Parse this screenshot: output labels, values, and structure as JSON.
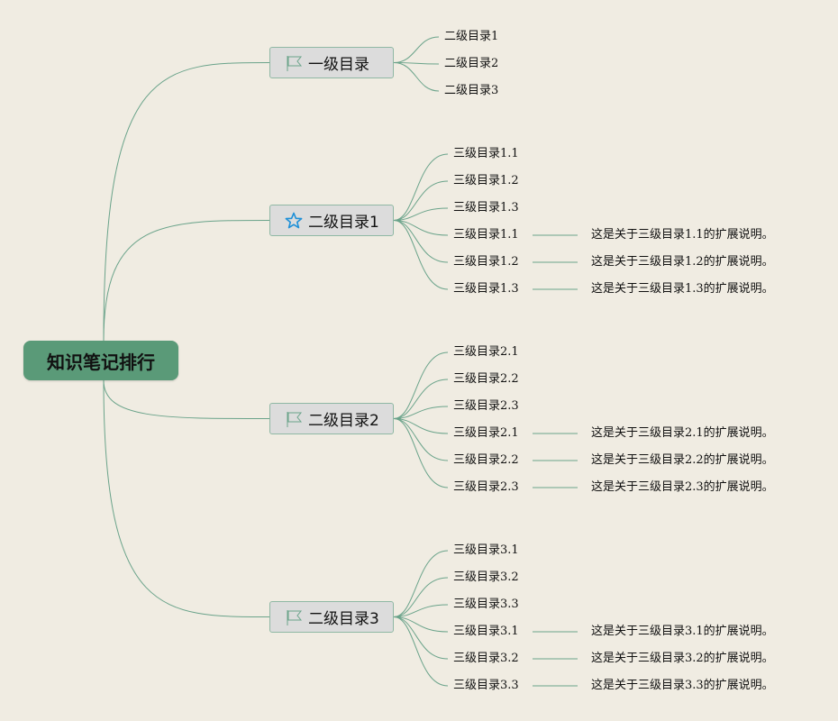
{
  "root": {
    "label": "知识笔记排行"
  },
  "branches": [
    {
      "label": "一级目录",
      "icon": "red-flag-icon",
      "children": [
        "二级目录1",
        "二级目录2",
        "二级目录3"
      ],
      "notes": []
    },
    {
      "label": "二级目录1",
      "icon": "star-icon",
      "children": [
        "三级目录1.1",
        "三级目录1.2",
        "三级目录1.3",
        "三级目录1.1",
        "三级目录1.2",
        "三级目录1.3"
      ],
      "notes": [
        "这是关于三级目录1.1的扩展说明。",
        "这是关于三级目录1.2的扩展说明。",
        "这是关于三级目录1.3的扩展说明。"
      ]
    },
    {
      "label": "二级目录2",
      "icon": "blue-flag-icon",
      "children": [
        "三级目录2.1",
        "三级目录2.2",
        "三级目录2.3",
        "三级目录2.1",
        "三级目录2.2",
        "三级目录2.3"
      ],
      "notes": [
        "这是关于三级目录2.1的扩展说明。",
        "这是关于三级目录2.2的扩展说明。",
        "这是关于三级目录2.3的扩展说明。"
      ]
    },
    {
      "label": "二级目录3",
      "icon": "blue-flag-icon",
      "children": [
        "三级目录3.1",
        "三级目录3.2",
        "三级目录3.3",
        "三级目录3.1",
        "三级目录3.2",
        "三级目录3.3"
      ],
      "notes": [
        "这是关于三级目录3.1的扩展说明。",
        "这是关于三级目录3.2的扩展说明。",
        "这是关于三级目录3.3的扩展说明。"
      ]
    }
  ],
  "colors": {
    "background": "#f0ece2",
    "root": "#5a9a78",
    "line": "#6aa38a",
    "red_flag": "#e8301c",
    "blue": "#1e90d8"
  }
}
